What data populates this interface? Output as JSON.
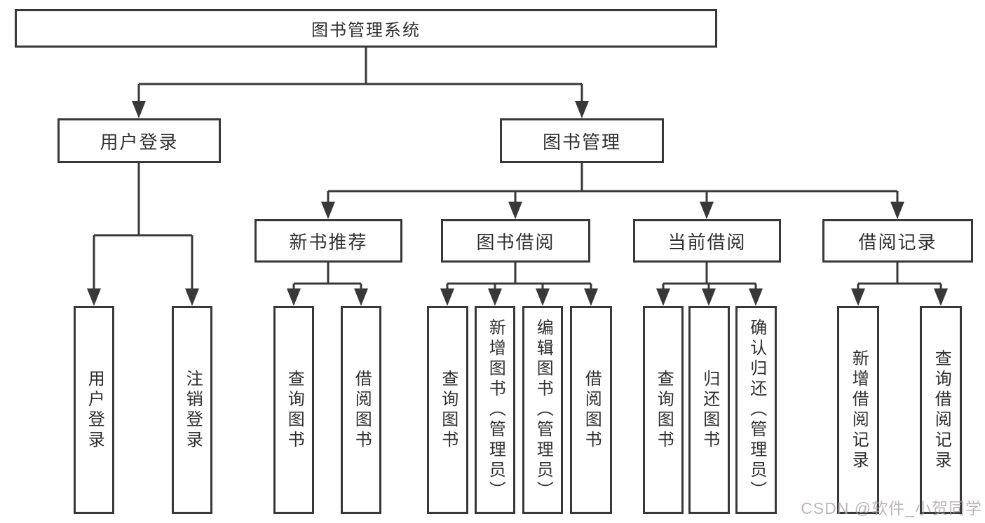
{
  "diagram": {
    "type": "hierarchy-tree",
    "line_color": "#383838",
    "box_border_color": "#383838",
    "text_color": "#2f2f2f",
    "background": "#ffffff",
    "nodes": {
      "root": "图书管理系统",
      "user_login": "用户登录",
      "book_mgmt": "图书管理",
      "new_book": "新书推荐",
      "book_borrow": "图书借阅",
      "current_borrow": "当前借阅",
      "borrow_record": "借阅记录",
      "user_login_leaf": "用户登录",
      "logout": "注销登录",
      "nb_query": "查询图书",
      "nb_borrow": "借阅图书",
      "bb_query": "查询图书",
      "bb_add": "新增图书（管理员）",
      "bb_edit": "编辑图书（管理员）",
      "bb_borrow": "借阅图书",
      "cb_query": "查询图书",
      "cb_return": "归还图书",
      "cb_confirm": "确认归还（管理员）",
      "br_add": "新增借阅记录",
      "br_query": "查询借阅记录"
    },
    "structure": {
      "图书管理系统": {
        "用户登录": [
          "用户登录",
          "注销登录"
        ],
        "图书管理": {
          "新书推荐": [
            "查询图书",
            "借阅图书"
          ],
          "图书借阅": [
            "查询图书",
            "新增图书（管理员）",
            "编辑图书（管理员）",
            "借阅图书"
          ],
          "当前借阅": [
            "查询图书",
            "归还图书",
            "确认归还（管理员）"
          ],
          "借阅记录": [
            "新增借阅记录",
            "查询借阅记录"
          ]
        }
      }
    }
  },
  "watermark": {
    "text": "CSDN @软件_小贺同学",
    "color": "#aca4a4"
  }
}
